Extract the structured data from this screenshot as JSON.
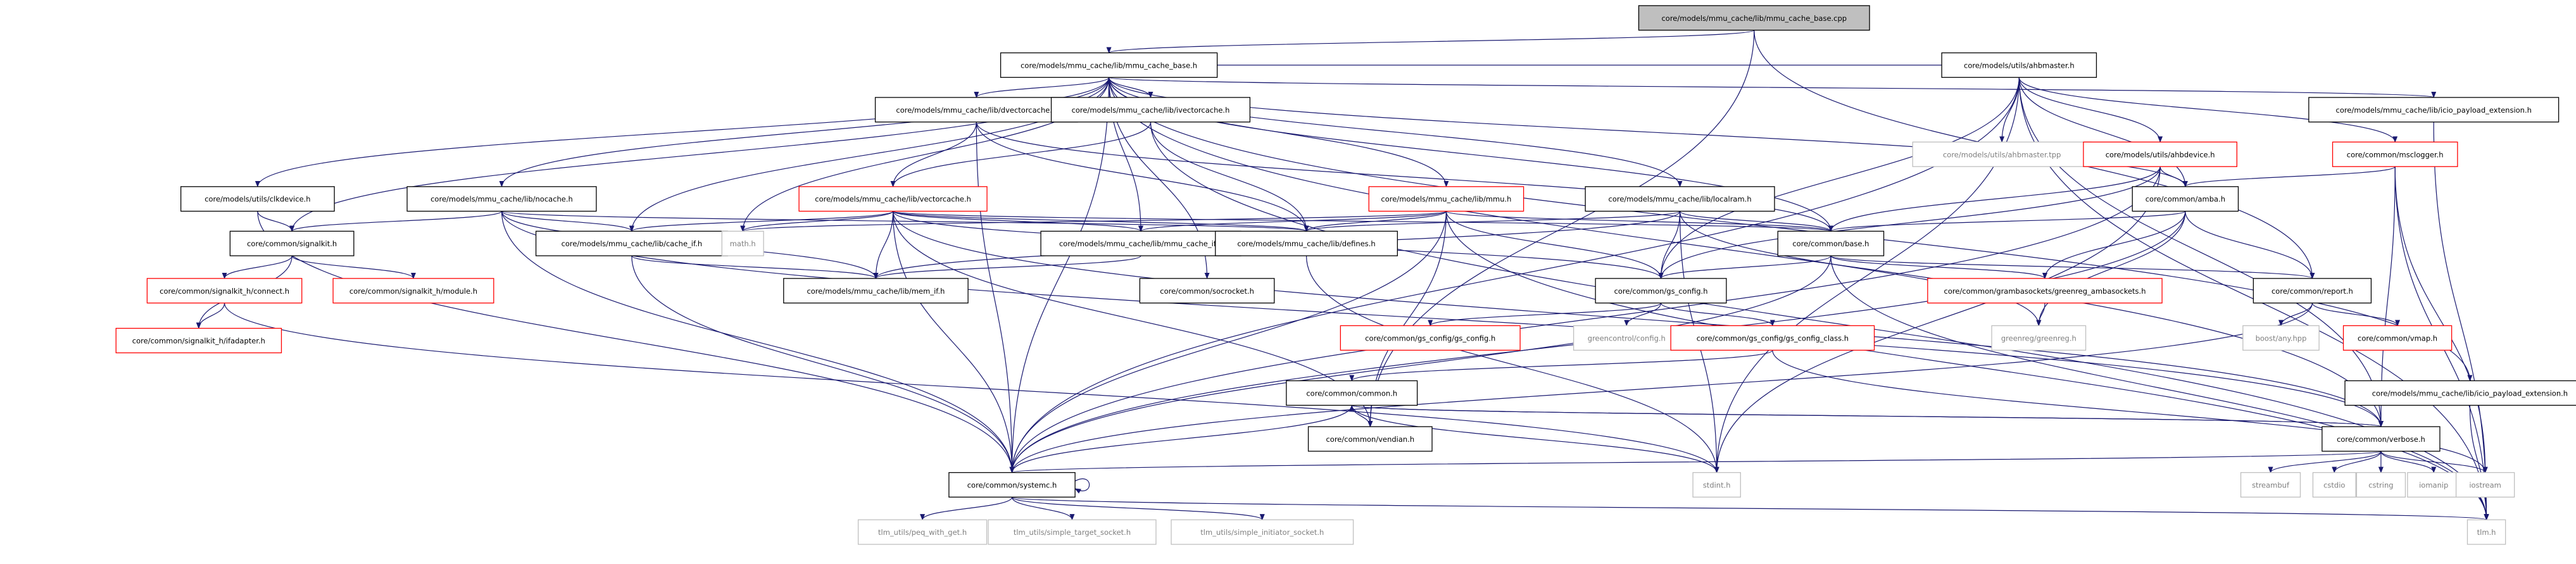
{
  "colors": {
    "root_fill": "#bfbfbf",
    "normal_border": "#000000",
    "truncated_border": "#ff0000",
    "external_border": "#bfbfbf",
    "external_text": "#7f7f7f",
    "edge": "#191970",
    "background": "#ffffff"
  },
  "nodes": [
    {
      "id": "root",
      "label": "core/models/mmu_cache/lib/mmu_cache_base.cpp",
      "kind": "root"
    },
    {
      "id": "mcb_h",
      "label": "core/models/mmu_cache/lib/mmu_cache_base.h",
      "kind": "normal"
    },
    {
      "id": "ahbmaster",
      "label": "core/models/utils/ahbmaster.h",
      "kind": "normal"
    },
    {
      "id": "icio_ext_top",
      "label": "core/models/mmu_cache/lib/icio_payload_extension.h",
      "kind": "normal"
    },
    {
      "id": "dvectorcache",
      "label": "core/models/mmu_cache/lib/dvectorcache.h",
      "kind": "normal"
    },
    {
      "id": "ivectorcache",
      "label": "core/models/mmu_cache/lib/ivectorcache.h",
      "kind": "normal"
    },
    {
      "id": "ahbmaster_tpp",
      "label": "core/models/utils/ahbmaster.tpp",
      "kind": "external"
    },
    {
      "id": "ahbdevice",
      "label": "core/models/utils/ahbdevice.h",
      "kind": "truncated"
    },
    {
      "id": "msclogger",
      "label": "core/common/msclogger.h",
      "kind": "truncated"
    },
    {
      "id": "clkdevice",
      "label": "core/models/utils/clkdevice.h",
      "kind": "normal"
    },
    {
      "id": "nocache",
      "label": "core/models/mmu_cache/lib/nocache.h",
      "kind": "normal"
    },
    {
      "id": "vectorcache",
      "label": "core/models/mmu_cache/lib/vectorcache.h",
      "kind": "truncated"
    },
    {
      "id": "mmu_h",
      "label": "core/models/mmu_cache/lib/mmu.h",
      "kind": "truncated"
    },
    {
      "id": "localram",
      "label": "core/models/mmu_cache/lib/localram.h",
      "kind": "normal"
    },
    {
      "id": "amba",
      "label": "core/common/amba.h",
      "kind": "normal"
    },
    {
      "id": "signalkit",
      "label": "core/common/signalkit.h",
      "kind": "normal"
    },
    {
      "id": "cache_if",
      "label": "core/models/mmu_cache/lib/cache_if.h",
      "kind": "normal"
    },
    {
      "id": "math",
      "label": "math.h",
      "kind": "external"
    },
    {
      "id": "mmu_cache_if",
      "label": "core/models/mmu_cache/lib/mmu_cache_if.h",
      "kind": "normal"
    },
    {
      "id": "defines",
      "label": "core/models/mmu_cache/lib/defines.h",
      "kind": "normal"
    },
    {
      "id": "base",
      "label": "core/common/base.h",
      "kind": "normal"
    },
    {
      "id": "sk_connect",
      "label": "core/common/signalkit_h/connect.h",
      "kind": "truncated"
    },
    {
      "id": "sk_module",
      "label": "core/common/signalkit_h/module.h",
      "kind": "truncated"
    },
    {
      "id": "mem_if",
      "label": "core/models/mmu_cache/lib/mem_if.h",
      "kind": "normal"
    },
    {
      "id": "socrocket",
      "label": "core/common/socrocket.h",
      "kind": "normal"
    },
    {
      "id": "gs_config",
      "label": "core/common/gs_config.h",
      "kind": "normal"
    },
    {
      "id": "grambasockets",
      "label": "core/common/grambasockets/greenreg_ambasockets.h",
      "kind": "truncated"
    },
    {
      "id": "report",
      "label": "core/common/report.h",
      "kind": "normal"
    },
    {
      "id": "sk_ifadapter",
      "label": "core/common/signalkit_h/ifadapter.h",
      "kind": "truncated"
    },
    {
      "id": "gs_config_h",
      "label": "core/common/gs_config/gs_config.h",
      "kind": "truncated"
    },
    {
      "id": "greencontrol",
      "label": "greencontrol/config.h",
      "kind": "external"
    },
    {
      "id": "gs_config_class",
      "label": "core/common/gs_config/gs_config_class.h",
      "kind": "truncated"
    },
    {
      "id": "greenreg",
      "label": "greenreg/greenreg.h",
      "kind": "external"
    },
    {
      "id": "boost_any",
      "label": "boost/any.hpp",
      "kind": "external"
    },
    {
      "id": "vmap",
      "label": "core/common/vmap.h",
      "kind": "truncated"
    },
    {
      "id": "common",
      "label": "core/common/common.h",
      "kind": "normal"
    },
    {
      "id": "icio_ext_bot",
      "label": "core/models/mmu_cache/lib/icio_payload_extension.h",
      "kind": "normal"
    },
    {
      "id": "vendian",
      "label": "core/common/vendian.h",
      "kind": "normal"
    },
    {
      "id": "verbose",
      "label": "core/common/verbose.h",
      "kind": "normal"
    },
    {
      "id": "systemc",
      "label": "core/common/systemc.h",
      "kind": "normal"
    },
    {
      "id": "stdint",
      "label": "stdint.h",
      "kind": "external"
    },
    {
      "id": "streambuf",
      "label": "streambuf",
      "kind": "external"
    },
    {
      "id": "cstdio",
      "label": "cstdio",
      "kind": "external"
    },
    {
      "id": "cstring",
      "label": "cstring",
      "kind": "external"
    },
    {
      "id": "iomanip",
      "label": "iomanip",
      "kind": "external"
    },
    {
      "id": "iostream",
      "label": "iostream",
      "kind": "external"
    },
    {
      "id": "peq",
      "label": "tlm_utils/peq_with_get.h",
      "kind": "external"
    },
    {
      "id": "simple_target",
      "label": "tlm_utils/simple_target_socket.h",
      "kind": "external"
    },
    {
      "id": "simple_initiator",
      "label": "tlm_utils/simple_initiator_socket.h",
      "kind": "external"
    },
    {
      "id": "tlm",
      "label": "tlm.h",
      "kind": "external"
    }
  ],
  "edges": [
    [
      "root",
      "mcb_h"
    ],
    [
      "root",
      "report"
    ],
    [
      "root",
      "vendian"
    ],
    [
      "mcb_h",
      "ahbmaster"
    ],
    [
      "mcb_h",
      "icio_ext_top"
    ],
    [
      "mcb_h",
      "dvectorcache"
    ],
    [
      "mcb_h",
      "ivectorcache"
    ],
    [
      "mcb_h",
      "clkdevice"
    ],
    [
      "mcb_h",
      "nocache"
    ],
    [
      "mcb_h",
      "mmu_h"
    ],
    [
      "mcb_h",
      "localram"
    ],
    [
      "mcb_h",
      "amba"
    ],
    [
      "mcb_h",
      "signalkit"
    ],
    [
      "mcb_h",
      "cache_if"
    ],
    [
      "mcb_h",
      "math"
    ],
    [
      "mcb_h",
      "mmu_cache_if"
    ],
    [
      "mcb_h",
      "base"
    ],
    [
      "mcb_h",
      "socrocket"
    ],
    [
      "mcb_h",
      "verbose"
    ],
    [
      "mcb_h",
      "icio_ext_bot"
    ],
    [
      "mcb_h",
      "systemc"
    ],
    [
      "ahbmaster",
      "ahbmaster_tpp"
    ],
    [
      "ahbmaster",
      "ahbdevice"
    ],
    [
      "ahbmaster",
      "msclogger"
    ],
    [
      "ahbmaster",
      "amba"
    ],
    [
      "ahbmaster",
      "gs_config"
    ],
    [
      "ahbmaster",
      "verbose"
    ],
    [
      "ahbmaster",
      "systemc"
    ],
    [
      "ahbmaster",
      "tlm"
    ],
    [
      "ahbmaster",
      "stdint"
    ],
    [
      "icio_ext_top",
      "tlm"
    ],
    [
      "dvectorcache",
      "vectorcache"
    ],
    [
      "dvectorcache",
      "defines"
    ],
    [
      "dvectorcache",
      "base"
    ],
    [
      "dvectorcache",
      "systemc"
    ],
    [
      "ivectorcache",
      "vectorcache"
    ],
    [
      "ivectorcache",
      "defines"
    ],
    [
      "ivectorcache",
      "tlm"
    ],
    [
      "ahbdevice",
      "amba"
    ],
    [
      "ahbdevice",
      "base"
    ],
    [
      "ahbdevice",
      "gs_config"
    ],
    [
      "ahbdevice",
      "systemc"
    ],
    [
      "ahbdevice",
      "stdint"
    ],
    [
      "msclogger",
      "amba"
    ],
    [
      "msclogger",
      "verbose"
    ],
    [
      "msclogger",
      "tlm"
    ],
    [
      "msclogger",
      "iostream"
    ],
    [
      "clkdevice",
      "signalkit"
    ],
    [
      "clkdevice",
      "systemc"
    ],
    [
      "nocache",
      "signalkit"
    ],
    [
      "nocache",
      "cache_if"
    ],
    [
      "nocache",
      "defines"
    ],
    [
      "nocache",
      "mem_if"
    ],
    [
      "nocache",
      "verbose"
    ],
    [
      "nocache",
      "systemc"
    ],
    [
      "vectorcache",
      "cache_if"
    ],
    [
      "vectorcache",
      "math"
    ],
    [
      "vectorcache",
      "mmu_cache_if"
    ],
    [
      "vectorcache",
      "defines"
    ],
    [
      "vectorcache",
      "base"
    ],
    [
      "vectorcache",
      "mem_if"
    ],
    [
      "vectorcache",
      "gs_config"
    ],
    [
      "vectorcache",
      "verbose"
    ],
    [
      "vectorcache",
      "vendian"
    ],
    [
      "vectorcache",
      "systemc"
    ],
    [
      "mmu_h",
      "math"
    ],
    [
      "mmu_h",
      "mmu_cache_if"
    ],
    [
      "mmu_h",
      "defines"
    ],
    [
      "mmu_h",
      "base"
    ],
    [
      "mmu_h",
      "gs_config"
    ],
    [
      "mmu_h",
      "vendian"
    ],
    [
      "mmu_h",
      "systemc"
    ],
    [
      "mmu_h",
      "tlm"
    ],
    [
      "localram",
      "defines"
    ],
    [
      "localram",
      "base"
    ],
    [
      "localram",
      "mem_if"
    ],
    [
      "localram",
      "gs_config"
    ],
    [
      "localram",
      "greenreg"
    ],
    [
      "localram",
      "stdint"
    ],
    [
      "amba",
      "base"
    ],
    [
      "amba",
      "report"
    ],
    [
      "amba",
      "grambasockets"
    ],
    [
      "amba",
      "greenreg"
    ],
    [
      "amba",
      "systemc"
    ],
    [
      "signalkit",
      "sk_connect"
    ],
    [
      "signalkit",
      "sk_module"
    ],
    [
      "signalkit",
      "sk_ifadapter"
    ],
    [
      "cache_if",
      "mem_if"
    ],
    [
      "cache_if",
      "systemc"
    ],
    [
      "mmu_cache_if",
      "mem_if"
    ],
    [
      "defines",
      "stdint"
    ],
    [
      "base",
      "gs_config"
    ],
    [
      "base",
      "report"
    ],
    [
      "base",
      "grambasockets"
    ],
    [
      "base",
      "systemc"
    ],
    [
      "base",
      "tlm"
    ],
    [
      "sk_connect",
      "sk_ifadapter"
    ],
    [
      "sk_connect",
      "stdint"
    ],
    [
      "gs_config",
      "gs_config_h"
    ],
    [
      "gs_config",
      "greencontrol"
    ],
    [
      "gs_config",
      "gs_config_class"
    ],
    [
      "grambasockets",
      "greenreg"
    ],
    [
      "report",
      "boost_any"
    ],
    [
      "report",
      "vmap"
    ],
    [
      "report",
      "systemc"
    ],
    [
      "gs_config_class",
      "common"
    ],
    [
      "gs_config_class",
      "iostream"
    ],
    [
      "common",
      "vendian"
    ],
    [
      "common",
      "verbose"
    ],
    [
      "common",
      "systemc"
    ],
    [
      "common",
      "stdint"
    ],
    [
      "icio_ext_bot",
      "tlm"
    ],
    [
      "verbose",
      "common"
    ],
    [
      "verbose",
      "streambuf"
    ],
    [
      "verbose",
      "cstdio"
    ],
    [
      "verbose",
      "cstring"
    ],
    [
      "verbose",
      "iomanip"
    ],
    [
      "verbose",
      "iostream"
    ],
    [
      "verbose",
      "systemc"
    ],
    [
      "systemc",
      "systemc"
    ],
    [
      "systemc",
      "peq"
    ],
    [
      "systemc",
      "simple_target"
    ],
    [
      "systemc",
      "simple_initiator"
    ],
    [
      "systemc",
      "tlm"
    ]
  ]
}
